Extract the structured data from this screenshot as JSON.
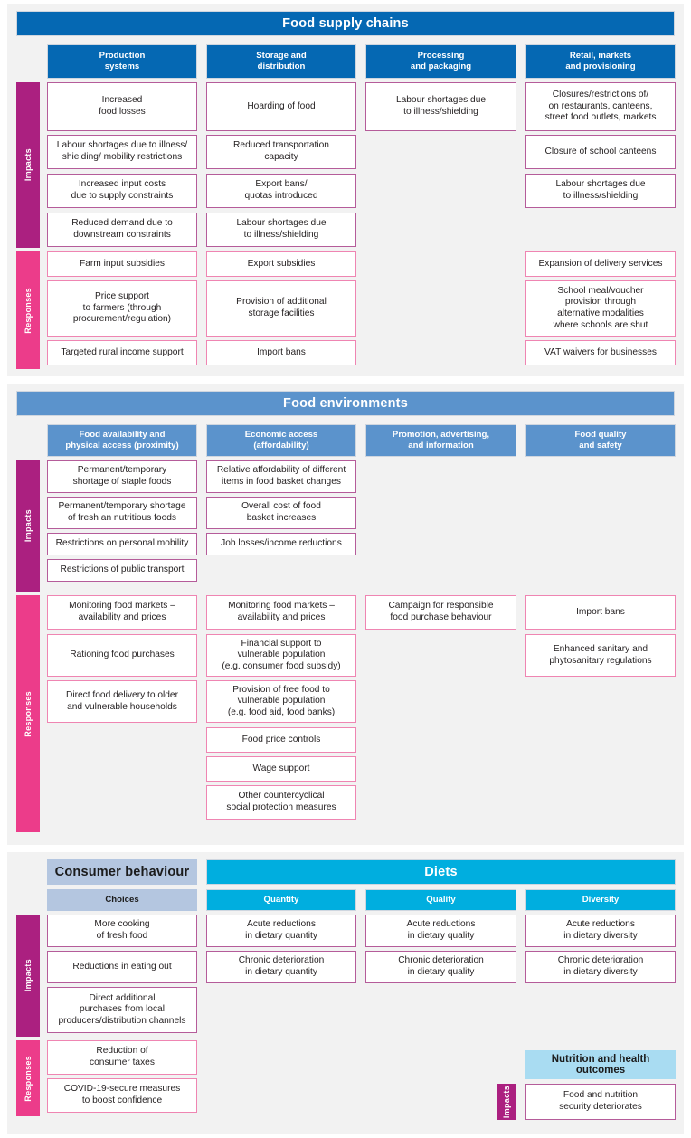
{
  "panels": [
    {
      "id": "food-supply-chains",
      "banner": "Food supply chains",
      "columns": [
        "Production\nsystems",
        "Storage and\ndistribution",
        "Processing\nand packaging",
        "Retail, markets\nand provisioning"
      ],
      "rails": [
        "Impacts",
        "Responses"
      ],
      "impacts": [
        [
          "Increased\nfood losses",
          "Labour shortages due to illness/\nshielding/ mobility restrictions",
          "Increased input costs\ndue to supply constraints",
          "Reduced demand due to\ndownstream constraints"
        ],
        [
          "Hoarding of food",
          "Reduced transportation\ncapacity",
          "Export bans/\nquotas introduced",
          "Labour shortages due\nto illness/shielding"
        ],
        [
          "Labour shortages due\nto illness/shielding"
        ],
        [
          "Closures/restrictions of/\non restaurants, canteens,\nstreet food outlets, markets",
          "Closure of school canteens",
          "Labour shortages due\nto illness/shielding"
        ]
      ],
      "responses": [
        [
          "Farm input subsidies",
          "Price support\nto farmers (through\nprocurement/regulation)",
          "Targeted rural income support"
        ],
        [
          "Export subsidies",
          "Provision of additional\nstorage facilities",
          "Import bans"
        ],
        [],
        [
          "Expansion of delivery services",
          "School meal/voucher\nprovision through\nalternative modalities\nwhere schools are shut",
          "VAT waivers for businesses"
        ]
      ]
    },
    {
      "id": "food-environments",
      "banner": "Food environments",
      "columns": [
        "Food availability and\nphysical access (proximity)",
        "Economic access\n(affordability)",
        "Promotion, advertising,\nand information",
        "Food quality\nand safety"
      ],
      "rails": [
        "Impacts",
        "Responses"
      ],
      "impacts": [
        [
          "Permanent/temporary\nshortage of staple foods",
          "Permanent/temporary shortage\nof fresh an nutritious foods",
          "Restrictions on personal mobility",
          "Restrictions of public transport"
        ],
        [
          "Relative affordability of different\nitems in food basket changes",
          "Overall cost of food\nbasket increases",
          "Job losses/income reductions"
        ],
        [],
        []
      ],
      "responses": [
        [
          "Monitoring food markets –\navailability and prices",
          "Rationing food purchases",
          "Direct food delivery to older\nand vulnerable households"
        ],
        [
          "Monitoring food markets –\navailability and prices",
          "Financial support to\nvulnerable population\n(e.g. consumer food subsidy)",
          "Provision of free food to\nvulnerable population\n(e.g. food aid, food banks)",
          "Food price controls",
          "Wage support",
          "Other countercyclical\nsocial protection measures"
        ],
        [
          "Campaign for responsible\nfood purchase behaviour"
        ],
        [
          "Import bans",
          "Enhanced sanitary and\nphytosanitary regulations"
        ]
      ]
    },
    {
      "id": "diets",
      "banner_consumer": "Consumer behaviour",
      "banner_diets": "Diets",
      "columns": [
        "Choices",
        "Quantity",
        "Quality",
        "Diversity"
      ],
      "rails": [
        "Impacts",
        "Responses"
      ],
      "impacts": [
        [
          "More cooking\nof fresh food",
          "Reductions in eating out",
          "Direct additional\npurchases from local\nproducers/distribution channels"
        ],
        [
          "Acute reductions\nin dietary quantity",
          "Chronic deterioration\nin dietary quantity"
        ],
        [
          "Acute reductions\nin dietary quality",
          "Chronic deterioration\nin dietary quality"
        ],
        [
          "Acute reductions\nin dietary diversity",
          "Chronic deterioration\nin dietary diversity"
        ]
      ],
      "responses": [
        [
          "Reduction of\nconsumer taxes",
          "COVID-19-secure measures\nto boost confidence"
        ],
        [],
        [],
        []
      ],
      "outcome": {
        "banner": "Nutrition and health outcomes",
        "rail": "Impacts",
        "box": "Food and nutrition\nsecurity deteriorates"
      }
    }
  ],
  "colors": {
    "banner_blue": "#0568b3",
    "banner_medium_blue": "#5b93cc",
    "banner_cyan": "#00aedf",
    "banner_light_blue": "#b4c6e0",
    "outcome_blue": "#a9dcf2",
    "impacts_rail": "#ab2080",
    "responses_rail": "#ec3c8a",
    "impact_border": "#b55c9a",
    "response_border": "#ef85b2",
    "panel_background": "#f2f2f2"
  }
}
